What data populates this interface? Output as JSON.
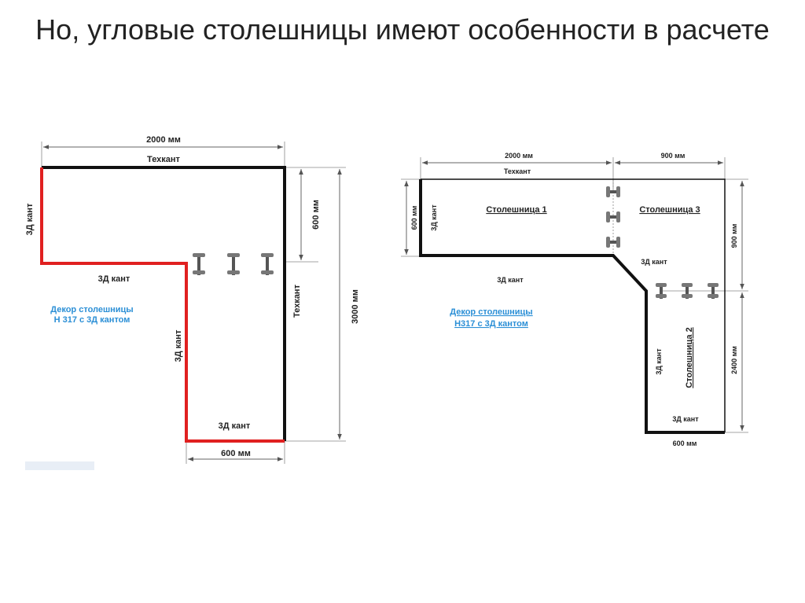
{
  "title": "Но, угловые столешницы имеют особенности в расчете",
  "colors": {
    "red_edge": "#e02020",
    "black_edge": "#111111",
    "decor_text": "#2b8fd6"
  },
  "left_diagram": {
    "dim_top": "2000 мм",
    "label_top_edge": "Техкант",
    "label_left_edge": "3Д кант",
    "dim_right_short": "600 мм",
    "dim_right_full": "3000 мм",
    "label_right_edge": "Техкант",
    "label_inner_horizontal": "3Д кант",
    "label_inner_vertical": "3Д кант",
    "label_bottom_edge": "3Д кант",
    "dim_bottom": "600 мм",
    "decor_line1": "Декор столешницы",
    "decor_line2": "Н 317 с 3Д кантом"
  },
  "right_diagram": {
    "dim_top_left": "2000 мм",
    "dim_top_right": "900 мм",
    "label_top_edge": "Техкант",
    "dim_left": "600 мм",
    "label_left_edge": "3Д кант",
    "label_panel1": "Столешница 1",
    "label_panel3": "Столешница 3",
    "dim_right_upper": "900 мм",
    "dim_right_lower": "2400 мм",
    "label_diagonal": "3Д кант",
    "label_inner_horizontal": "3Д кант",
    "label_inner_vertical": "3Д кант",
    "label_panel2": "Столешница 2",
    "label_bottom_edge": "3Д кант",
    "dim_bottom": "600 мм",
    "decor_line1": "Декор столешницы",
    "decor_line2": "Н317 с 3Д кантом"
  }
}
